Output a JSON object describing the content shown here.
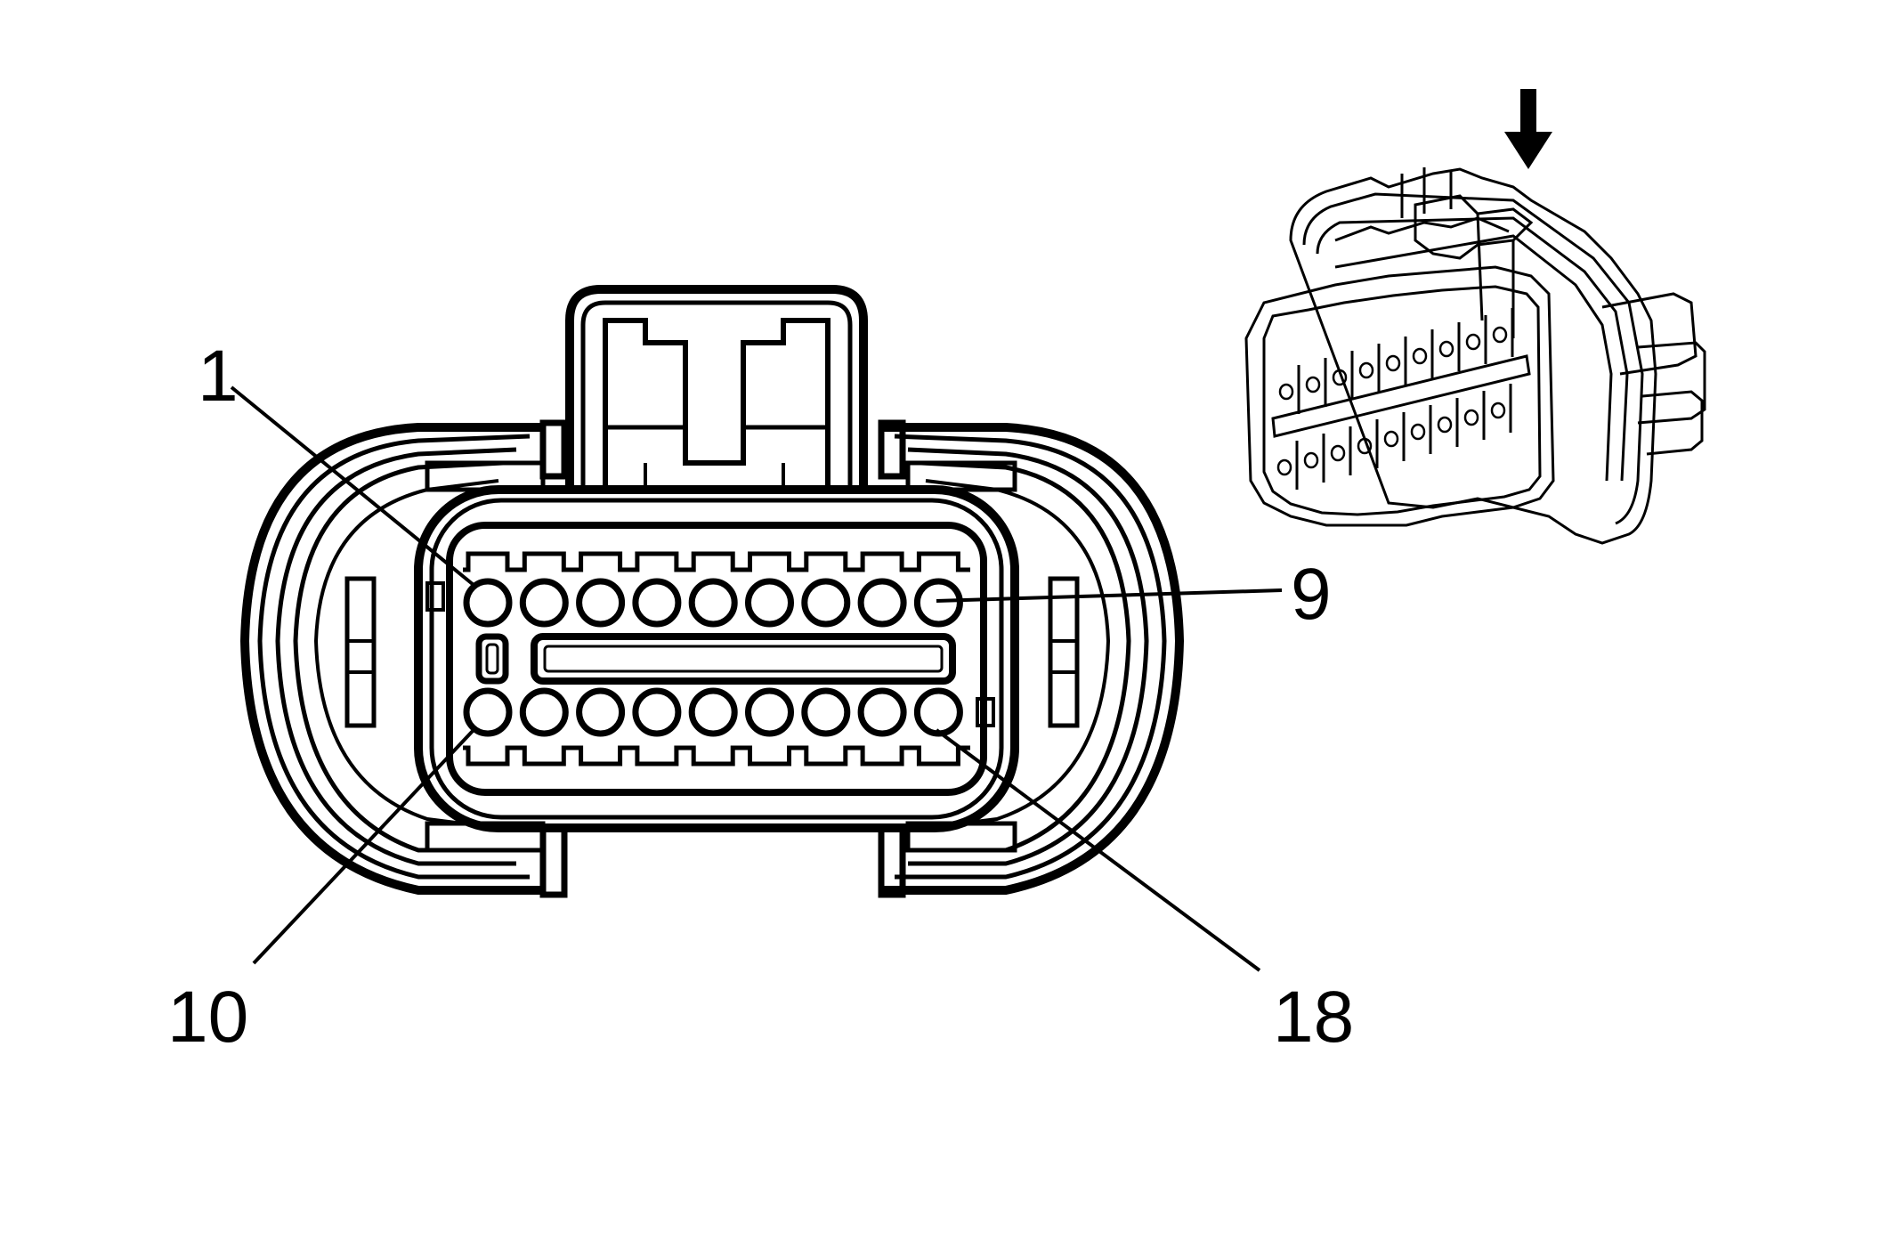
{
  "diagram": {
    "pin_labels": {
      "first_top": "1",
      "last_top": "9",
      "first_bottom": "10",
      "last_bottom": "18"
    },
    "pins_per_row": 9,
    "rows": 2,
    "view_indicator": "arrow-down-icon",
    "colors": {
      "line": "#000000",
      "background": "#ffffff"
    }
  }
}
